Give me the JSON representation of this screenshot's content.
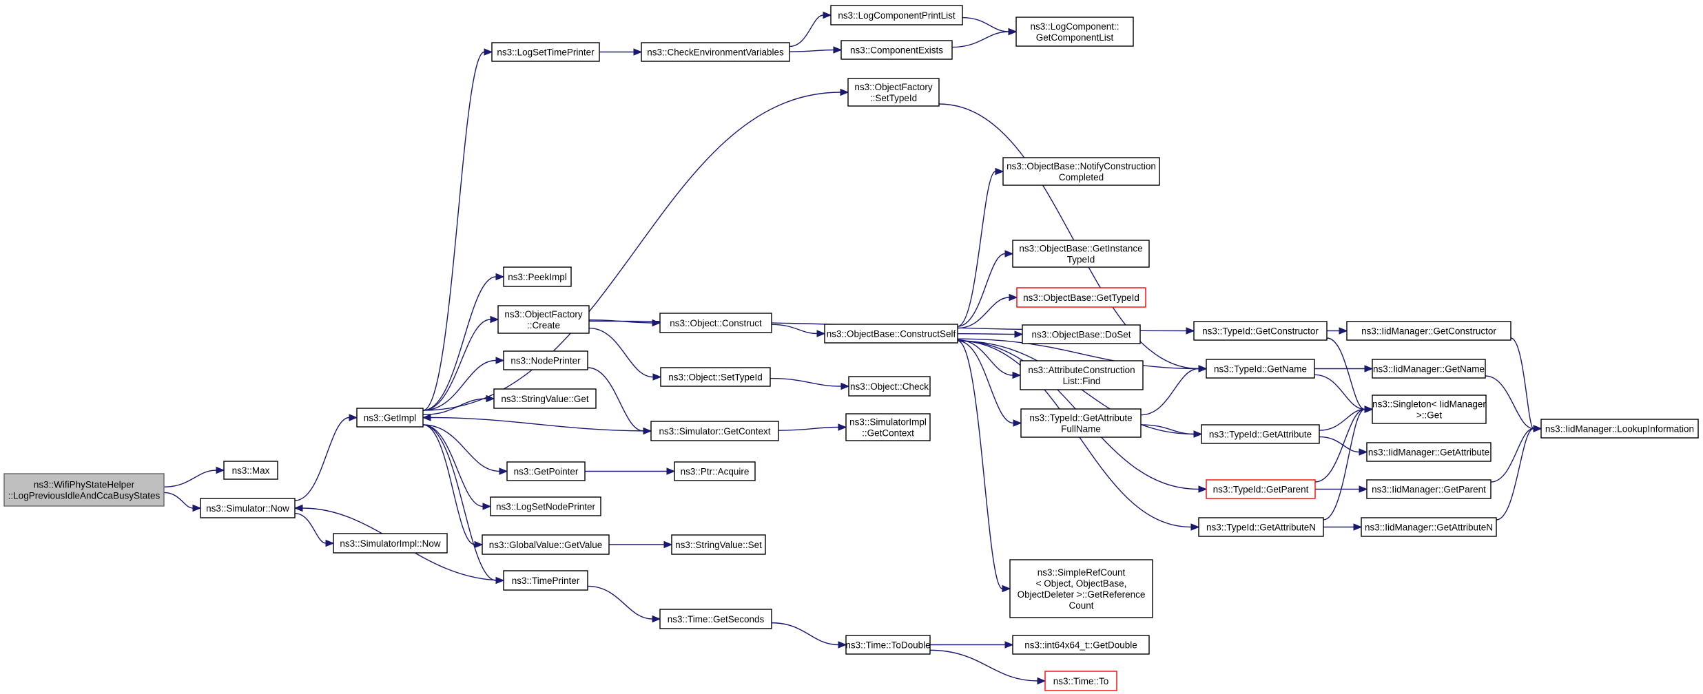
{
  "colors": {
    "edge": "#191970",
    "root_fill": "#bfbfbf",
    "truncated_border": "#ff0000"
  },
  "nodes": [
    {
      "id": "root",
      "lines": [
        "ns3::WifiPhyStateHelper",
        "::LogPreviousIdleAndCcaBusyStates"
      ],
      "style": "root"
    },
    {
      "id": "max",
      "lines": [
        "ns3::Max"
      ]
    },
    {
      "id": "now",
      "lines": [
        "ns3::Simulator::Now"
      ]
    },
    {
      "id": "getimpl",
      "lines": [
        "ns3::GetImpl"
      ]
    },
    {
      "id": "siminow",
      "lines": [
        "ns3::SimulatorImpl::Now"
      ]
    },
    {
      "id": "logsettp",
      "lines": [
        "ns3::LogSetTimePrinter"
      ]
    },
    {
      "id": "peekimpl",
      "lines": [
        "ns3::PeekImpl"
      ]
    },
    {
      "id": "ofcreate",
      "lines": [
        "ns3::ObjectFactory",
        "::Create"
      ]
    },
    {
      "id": "nodeprinter",
      "lines": [
        "ns3::NodePrinter"
      ]
    },
    {
      "id": "svget",
      "lines": [
        "ns3::StringValue::Get"
      ]
    },
    {
      "id": "getpointer",
      "lines": [
        "ns3::GetPointer"
      ]
    },
    {
      "id": "logsetnp",
      "lines": [
        "ns3::LogSetNodePrinter"
      ]
    },
    {
      "id": "gvgetvalue",
      "lines": [
        "ns3::GlobalValue::GetValue"
      ]
    },
    {
      "id": "timeprinter",
      "lines": [
        "ns3::TimePrinter"
      ]
    },
    {
      "id": "checkenv",
      "lines": [
        "ns3::CheckEnvironmentVariables"
      ]
    },
    {
      "id": "objconstruct",
      "lines": [
        "ns3::Object::Construct"
      ]
    },
    {
      "id": "objsettypeid",
      "lines": [
        "ns3::Object::SetTypeId"
      ]
    },
    {
      "id": "simgetctx",
      "lines": [
        "ns3::Simulator::GetContext"
      ]
    },
    {
      "id": "ptracquire",
      "lines": [
        "ns3::Ptr::Acquire"
      ]
    },
    {
      "id": "svset",
      "lines": [
        "ns3::StringValue::Set"
      ]
    },
    {
      "id": "timegetsec",
      "lines": [
        "ns3::Time::GetSeconds"
      ]
    },
    {
      "id": "lcprintlist",
      "lines": [
        "ns3::LogComponentPrintList"
      ]
    },
    {
      "id": "compexists",
      "lines": [
        "ns3::ComponentExists"
      ]
    },
    {
      "id": "ofsettypeid",
      "lines": [
        "ns3::ObjectFactory",
        "::SetTypeId"
      ]
    },
    {
      "id": "obconstructself",
      "lines": [
        "ns3::ObjectBase::ConstructSelf"
      ]
    },
    {
      "id": "objcheck",
      "lines": [
        "ns3::Object::Check"
      ]
    },
    {
      "id": "simimplgetctx",
      "lines": [
        "ns3::SimulatorImpl",
        "::GetContext"
      ]
    },
    {
      "id": "timetodouble",
      "lines": [
        "ns3::Time::ToDouble"
      ]
    },
    {
      "id": "lcgetlist",
      "lines": [
        "ns3::LogComponent::",
        "GetComponentList"
      ]
    },
    {
      "id": "obnotify",
      "lines": [
        "ns3::ObjectBase::NotifyConstruction",
        "Completed"
      ]
    },
    {
      "id": "obgetinst",
      "lines": [
        "ns3::ObjectBase::GetInstance",
        "TypeId"
      ]
    },
    {
      "id": "obgettypeid",
      "lines": [
        "ns3::ObjectBase::GetTypeId"
      ],
      "style": "trunc"
    },
    {
      "id": "obdoset",
      "lines": [
        "ns3::ObjectBase::DoSet"
      ]
    },
    {
      "id": "acfind",
      "lines": [
        "ns3::AttributeConstruction",
        "List::Find"
      ]
    },
    {
      "id": "tidgetattrfull",
      "lines": [
        "ns3::TypeId::GetAttribute",
        "FullName"
      ]
    },
    {
      "id": "srcount",
      "lines": [
        "ns3::SimpleRefCount",
        "< Object, ObjectBase,",
        "ObjectDeleter >::GetReference",
        "Count"
      ]
    },
    {
      "id": "getdouble",
      "lines": [
        "ns3::int64x64_t::GetDouble"
      ]
    },
    {
      "id": "timeto",
      "lines": [
        "ns3::Time::To"
      ],
      "style": "trunc"
    },
    {
      "id": "tidgetctor",
      "lines": [
        "ns3::TypeId::GetConstructor"
      ]
    },
    {
      "id": "tidgetname",
      "lines": [
        "ns3::TypeId::GetName"
      ]
    },
    {
      "id": "tidgetattr",
      "lines": [
        "ns3::TypeId::GetAttribute"
      ]
    },
    {
      "id": "tidgetparent",
      "lines": [
        "ns3::TypeId::GetParent"
      ],
      "style": "trunc"
    },
    {
      "id": "tidgetattrn",
      "lines": [
        "ns3::TypeId::GetAttributeN"
      ]
    },
    {
      "id": "iidgetctor",
      "lines": [
        "ns3::IidManager::GetConstructor"
      ]
    },
    {
      "id": "iidgetname",
      "lines": [
        "ns3::IidManager::GetName"
      ]
    },
    {
      "id": "singleton",
      "lines": [
        "ns3::Singleton< IidManager",
        ">::Get"
      ]
    },
    {
      "id": "iidgetattr",
      "lines": [
        "ns3::IidManager::GetAttribute"
      ]
    },
    {
      "id": "iidgetparent",
      "lines": [
        "ns3::IidManager::GetParent"
      ]
    },
    {
      "id": "iidgetattrn",
      "lines": [
        "ns3::IidManager::GetAttributeN"
      ]
    },
    {
      "id": "iidlookup",
      "lines": [
        "ns3::IidManager::LookupInformation"
      ]
    }
  ],
  "edges": [
    [
      "root",
      "max"
    ],
    [
      "root",
      "now"
    ],
    [
      "now",
      "getimpl"
    ],
    [
      "now",
      "siminow"
    ],
    [
      "getimpl",
      "logsettp"
    ],
    [
      "getimpl",
      "ofsettypeid"
    ],
    [
      "getimpl",
      "peekimpl"
    ],
    [
      "getimpl",
      "ofcreate"
    ],
    [
      "getimpl",
      "nodeprinter"
    ],
    [
      "getimpl",
      "svget"
    ],
    [
      "getimpl",
      "getpointer"
    ],
    [
      "getimpl",
      "logsetnp"
    ],
    [
      "getimpl",
      "gvgetvalue"
    ],
    [
      "getimpl",
      "timeprinter"
    ],
    [
      "logsettp",
      "checkenv"
    ],
    [
      "checkenv",
      "lcprintlist"
    ],
    [
      "checkenv",
      "compexists"
    ],
    [
      "lcprintlist",
      "lcgetlist"
    ],
    [
      "compexists",
      "lcgetlist"
    ],
    [
      "ofsettypeid",
      "tidgetname"
    ],
    [
      "ofcreate",
      "tidgetctor"
    ],
    [
      "ofcreate",
      "objconstruct"
    ],
    [
      "ofcreate",
      "objsettypeid"
    ],
    [
      "objconstruct",
      "obconstructself"
    ],
    [
      "objsettypeid",
      "objcheck"
    ],
    [
      "nodeprinter",
      "simgetctx"
    ],
    [
      "simgetctx",
      "getimpl"
    ],
    [
      "simgetctx",
      "simimplgetctx"
    ],
    [
      "getpointer",
      "ptracquire"
    ],
    [
      "gvgetvalue",
      "svset"
    ],
    [
      "timeprinter",
      "now"
    ],
    [
      "timeprinter",
      "timegetsec"
    ],
    [
      "timegetsec",
      "timetodouble"
    ],
    [
      "timetodouble",
      "getdouble"
    ],
    [
      "timetodouble",
      "timeto"
    ],
    [
      "obconstructself",
      "obnotify"
    ],
    [
      "obconstructself",
      "tidgetname"
    ],
    [
      "obconstructself",
      "obgetinst"
    ],
    [
      "obconstructself",
      "obgettypeid"
    ],
    [
      "obconstructself",
      "obdoset"
    ],
    [
      "obconstructself",
      "acfind"
    ],
    [
      "obconstructself",
      "tidgetattrfull"
    ],
    [
      "obconstructself",
      "tidgetattr"
    ],
    [
      "obconstructself",
      "tidgetparent"
    ],
    [
      "obconstructself",
      "srcount"
    ],
    [
      "obconstructself",
      "tidgetattrn"
    ],
    [
      "tidgetattrfull",
      "tidgetname"
    ],
    [
      "tidgetattrfull",
      "tidgetattr"
    ],
    [
      "tidgetctor",
      "iidgetctor"
    ],
    [
      "tidgetctor",
      "singleton"
    ],
    [
      "tidgetname",
      "iidgetname"
    ],
    [
      "tidgetname",
      "singleton"
    ],
    [
      "tidgetattr",
      "singleton"
    ],
    [
      "tidgetattr",
      "iidgetattr"
    ],
    [
      "tidgetparent",
      "singleton"
    ],
    [
      "tidgetparent",
      "iidgetparent"
    ],
    [
      "tidgetattrn",
      "singleton"
    ],
    [
      "tidgetattrn",
      "iidgetattrn"
    ],
    [
      "iidgetctor",
      "iidlookup"
    ],
    [
      "iidgetname",
      "iidlookup"
    ],
    [
      "iidgetparent",
      "iidlookup"
    ],
    [
      "iidgetattrn",
      "iidlookup"
    ]
  ]
}
